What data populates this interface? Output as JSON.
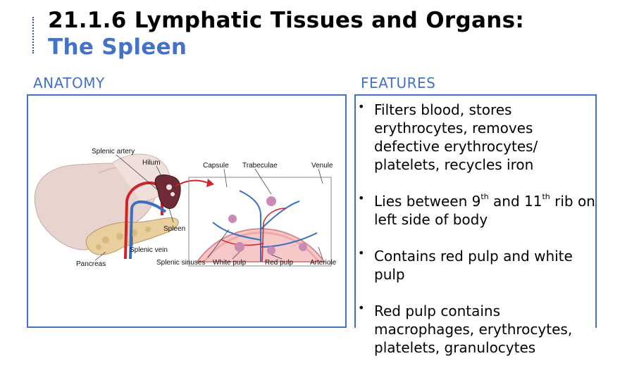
{
  "title": {
    "line1": "21.1.6 Lymphatic Tissues and Organs:",
    "line2": "The Spleen"
  },
  "anatomy": {
    "header": "ANATOMY",
    "labels": {
      "splenic_artery": "Splenic artery",
      "hilum": "Hilum",
      "capsule": "Capsule",
      "trabeculae": "Trabeculae",
      "venule": "Venule",
      "spleen": "Spleen",
      "splenic_vein": "Splenic vein",
      "pancreas": "Pancreas",
      "splenic_sinuses": "Splenic sinuses",
      "white_pulp": "White pulp",
      "red_pulp": "Red pulp",
      "arteriole": "Arteriole"
    }
  },
  "features": {
    "header": "FEATURES",
    "bullets": [
      {
        "text": "Filters blood, stores erythrocytes, removes defective erythrocytes/ platelets, recycles iron"
      },
      {
        "part1": "Lies between 9",
        "sup1": "th",
        "part2": " and 11",
        "sup2": "th",
        "part3": " rib on left side of body"
      },
      {
        "text": "Contains red pulp and white pulp"
      },
      {
        "text": "Red pulp contains macrophages, erythrocytes, platelets, granulocytes"
      }
    ]
  },
  "colors": {
    "accent": "#4472c4",
    "title_text": "#000000"
  }
}
